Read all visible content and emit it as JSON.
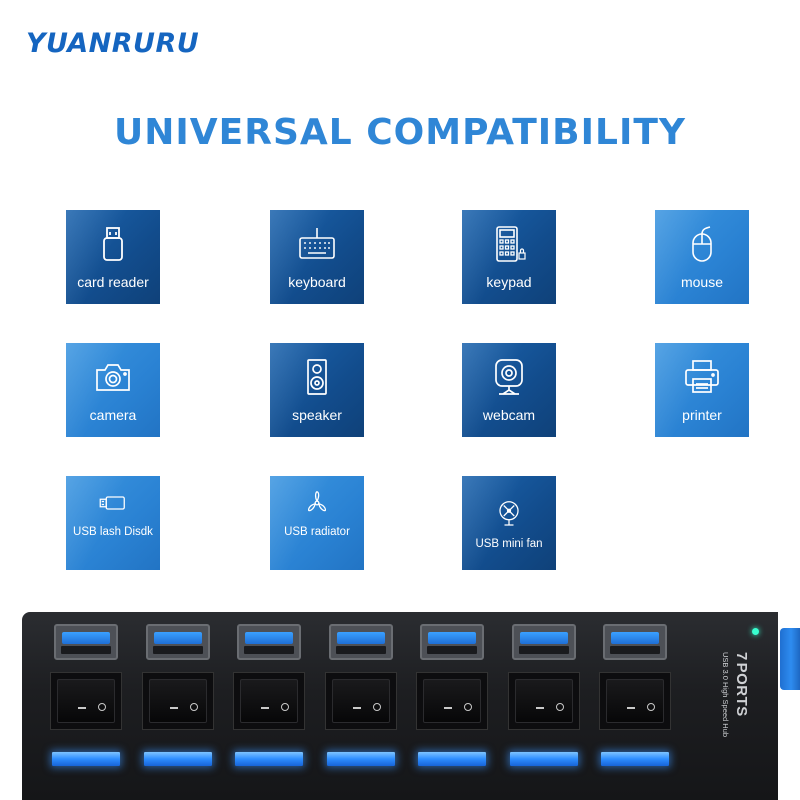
{
  "brand": "YUANRURU",
  "headline": "UNIVERSAL COMPATIBILITY",
  "devices": [
    {
      "label": "card reader",
      "icon": "usb-drive-icon"
    },
    {
      "label": "keyboard",
      "icon": "keyboard-icon"
    },
    {
      "label": "keypad",
      "icon": "keypad-icon"
    },
    {
      "label": "mouse",
      "icon": "mouse-icon"
    },
    {
      "label": "camera",
      "icon": "camera-icon"
    },
    {
      "label": "speaker",
      "icon": "speaker-icon"
    },
    {
      "label": "webcam",
      "icon": "webcam-icon"
    },
    {
      "label": "printer",
      "icon": "printer-icon"
    },
    {
      "label": "USB lash Disdk",
      "icon": "flash-disk-icon"
    },
    {
      "label": "USB radiator",
      "icon": "radiator-fan-icon"
    },
    {
      "label": "USB mini fan",
      "icon": "mini-fan-icon"
    }
  ],
  "hub": {
    "ports_label": "PORTS",
    "ports_count_glyph": "7",
    "subtitle": "USB 3.0 High Speed Hub",
    "port_count": 7
  },
  "colors": {
    "brand": "#1565c0",
    "headline": "#2f86d6",
    "tile_dark": "#124c8c",
    "tile_light": "#2a82d3",
    "hub_body": "#1d1e21",
    "led": "#2c8dff"
  }
}
